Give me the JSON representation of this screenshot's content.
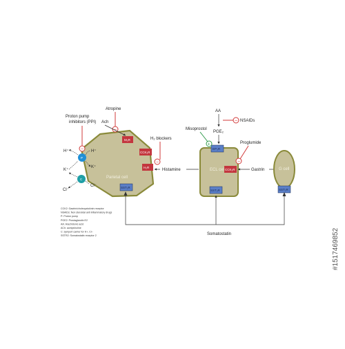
{
  "labels": {
    "atropine": "Atropine",
    "ach": "Ach",
    "ppi": "Proton pump inhibitors (PPI)",
    "h2_blockers": "H₂ blockers",
    "parietal_cell": "Parietal cell",
    "histamine": "Histamine",
    "ecl_cell": "ECL cell",
    "gastrin": "Gastrin",
    "g_cell": "G cell",
    "aa": "AA",
    "nsaids": "NSAIDs",
    "misoprostol": "Misoprostol",
    "pge2": "PGE₂",
    "proglumide": "Proglumide",
    "somatostatin": "Somatostatin"
  },
  "receptors": {
    "m3": "M₃R",
    "cck2_parietal": "CCK₂R",
    "h2": "H₂R",
    "sst2_parietal": "SST₂R",
    "ep": "EP₃R",
    "cck2_ecl": "CCK₂R",
    "sst2_ecl": "SST₂R",
    "sst2_g": "SST₂R"
  },
  "ions": {
    "h_out": "H⁺",
    "h_in": "H⁺",
    "k_out": "K⁺",
    "k_in": "K⁺",
    "cl_out": "Cl⁻",
    "cl_in": "Cl⁻",
    "pump": "P",
    "symporter": "C"
  },
  "legend": [
    "CCK2: Gastrin/cholecystokinin receptor",
    "NSAIDs: Non steroidal anti inflammatory drugs",
    "P: Proton pump",
    "PGE2: Prostaglandin E2",
    "AA: Arachidonic acid",
    "ACh: acetylcholine",
    "C: symport carrier for K+, Cl−",
    "SSTR2: Somatostatin receptor 2"
  ],
  "signs": {
    "inhibit": "−",
    "stimulate": "+"
  },
  "watermark": {
    "text": "#1517469852"
  },
  "colors": {
    "cell_fill": "#c7c19a",
    "cell_stroke": "#8a8a3a",
    "receptor_red": "#c3363e",
    "receptor_blue": "#5b7fc7",
    "pump_blue": "#1f8fd6",
    "inhibitor_red": "#d23a3a",
    "stimulator_green": "#2f9a4a",
    "arrow": "#333333"
  }
}
